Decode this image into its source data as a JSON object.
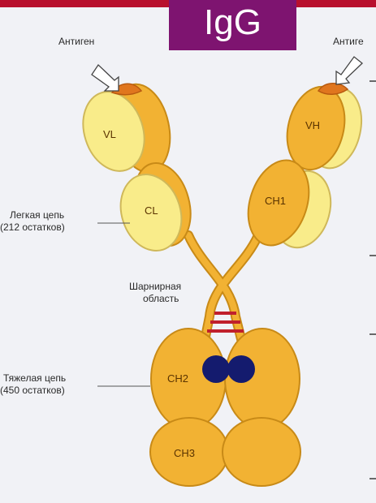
{
  "title": "IgG",
  "labels": {
    "antigen_left": "Антиген",
    "antigen_right": "Антиге",
    "light_chain_line1": "Легкая цепь",
    "light_chain_line2": "(212 остатков)",
    "hinge_line1": "Шарнирная",
    "hinge_line2": "область",
    "heavy_chain_line1": "Тяжелая цепь",
    "heavy_chain_line2": "(450 остатков)"
  },
  "domains": {
    "vl": "VL",
    "cl": "CL",
    "vh": "VH",
    "ch1": "CH1",
    "ch2": "CH2",
    "ch3": "CH3"
  },
  "colors": {
    "title_bg": "#7e1470",
    "top_bar": "#b8102d",
    "heavy_chain": "#f2b233",
    "light_chain": "#f9ec8a",
    "antigen_site": "#e0761e",
    "disulfide": "#c0202c",
    "carbohydrate": "#141b6e"
  }
}
